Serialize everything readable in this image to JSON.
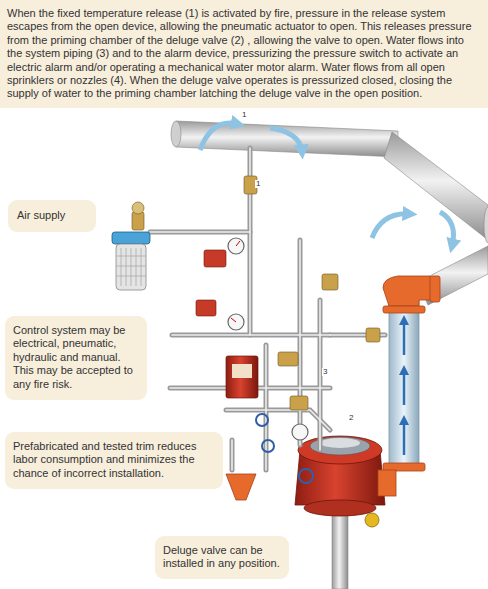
{
  "diagram": {
    "nodes": [
      {
        "text": [
          "When the fixed temperature release (1) is activated by fire, pressure in the release system escapes from the open device, allowing the pneumatic actuator to open. This releases pressure from the priming chamber of the deluge valve (2) , allowing the valve to open. Water flows into the system piping (3) and to the alarm device, pressurizing the pressure switch to activate an electric alarm and/or operating a mechanical water motor alarm. Water flows from all open sprinklers or nozzles (4). When the deluge valve operates is pressurized closed, closing the supply of water to the priming chamber latching the deluge valve in the open position."
        ]
      },
      {
        "text": [
          "Air supply"
        ]
      },
      {
        "text": [
          "Control system may be electrical, pneumatic, hydraulic and manual. This may be accepted to any fire risk."
        ]
      },
      {
        "text": [
          "Prefabricated and tested trim reduces labor consumption and minimizes the chance of incorrect installation."
        ]
      },
      {
        "text": [
          "Deluge valve can be installed in any position."
        ]
      }
    ],
    "labels": [
      "1",
      "1",
      "3",
      "2"
    ]
  }
}
